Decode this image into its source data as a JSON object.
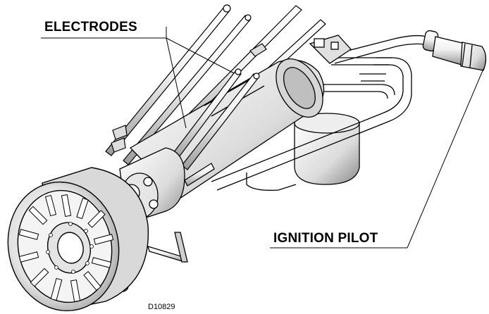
{
  "labels": {
    "electrodes": "ELECTRODES",
    "ignition_pilot": "IGNITION PILOT",
    "drawing_number": "D10829"
  },
  "colors": {
    "line": "#000000",
    "shade_light": "#e6e6e6",
    "shade_mid": "#c8c8c8",
    "shade_dark": "#9a9a9a",
    "background": "#ffffff"
  }
}
